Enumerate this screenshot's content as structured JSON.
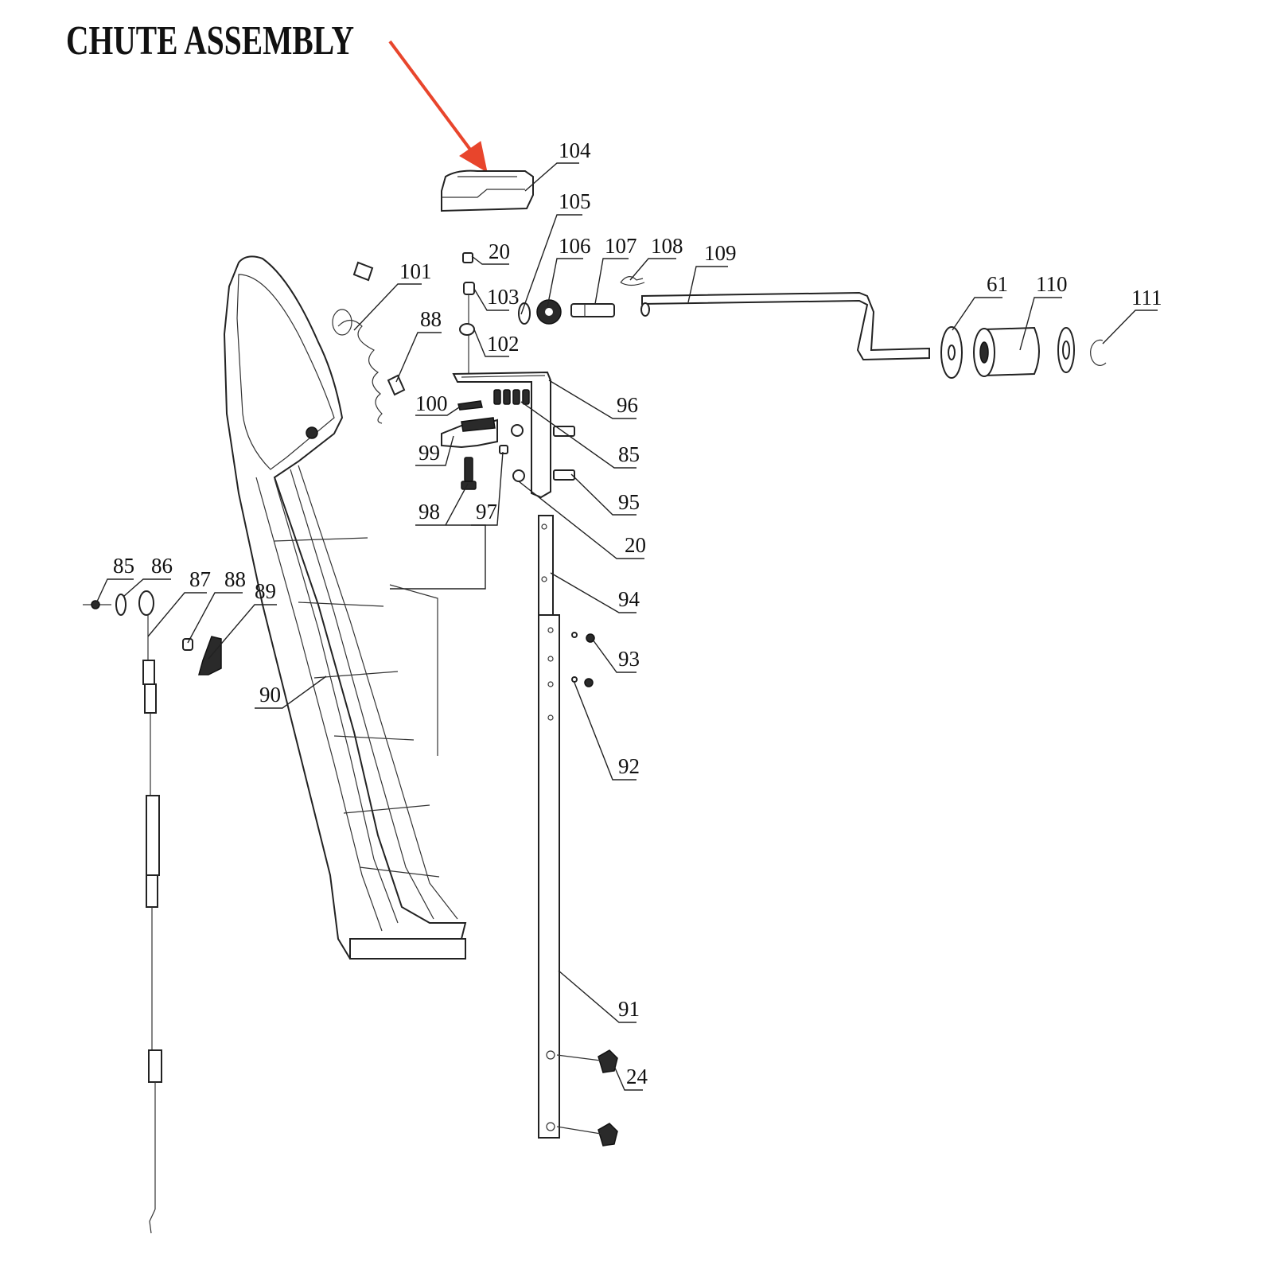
{
  "title": "CHUTE ASSEMBLY",
  "accent_color": "#e8452c",
  "callouts": [
    "104",
    "105",
    "20",
    "106",
    "107",
    "108",
    "109",
    "101",
    "103",
    "88",
    "102",
    "61",
    "110",
    "111",
    "100",
    "96",
    "85",
    "99",
    "95",
    "98",
    "97",
    "20",
    "94",
    "85",
    "86",
    "87",
    "88",
    "89",
    "93",
    "90",
    "92",
    "91",
    "24"
  ]
}
